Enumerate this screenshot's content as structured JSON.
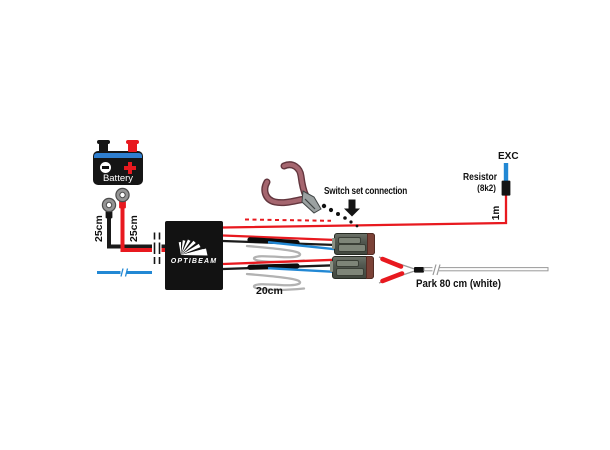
{
  "diagram": {
    "battery": {
      "label": "Battery"
    },
    "controller": {
      "brand": "OPTIBEAM"
    },
    "measurements": {
      "negative_lead": "25cm",
      "positive_lead": "25cm",
      "slack_loop": "20cm",
      "exc_lead": "1m"
    },
    "annotations": {
      "switch_connection": "Switch set connection",
      "exc": "EXC",
      "resistor": "Resistor",
      "resistor_value": "(8k2)",
      "park_wire": "Park 80 cm (white)"
    },
    "colors": {
      "wire_red": "#e8191f",
      "wire_black": "#1a1a1a",
      "wire_blue": "#2288d4",
      "wire_gray": "#b2b2b2",
      "battery_stripe_blue": "#2f7fd0",
      "connector_body": "#51574f",
      "connector_rear": "#7b4237",
      "pliers_handle": "#a5666f"
    }
  }
}
